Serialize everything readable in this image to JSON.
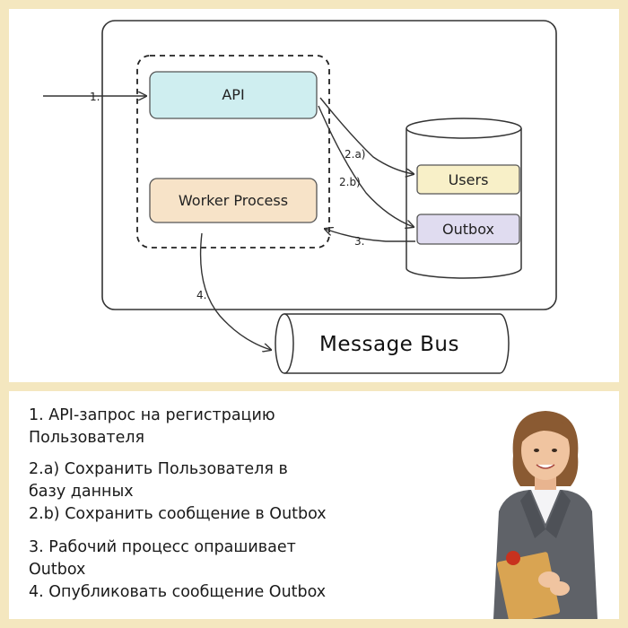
{
  "diagram": {
    "api_label": "API",
    "worker_label": "Worker Process",
    "users_label": "Users",
    "outbox_label": "Outbox",
    "bus_label": "Message Bus",
    "step1": "1.",
    "step2a": "2.a)",
    "step2b": "2.b)",
    "step3": "3.",
    "step4": "4."
  },
  "notes": {
    "n1_line1": "1. API-запрос на регистрацию",
    "n1_line2": "Пользователя",
    "n2a_line1": "2.a) Сохранить Пользователя в",
    "n2a_line2": "базу данных",
    "n2b": "2.b) Сохранить сообщение в Outbox",
    "n3_line1": "3. Рабочий процесс опрашивает",
    "n3_line2": "Outbox",
    "n4": "4. Опубликовать сообщение Outbox"
  },
  "colors": {
    "api_fill": "#cfeef0",
    "worker_fill": "#f7e3c8",
    "users_fill": "#f8f0c8",
    "outbox_fill": "#e0dcf0",
    "page_bg": "#f4e7bf"
  }
}
